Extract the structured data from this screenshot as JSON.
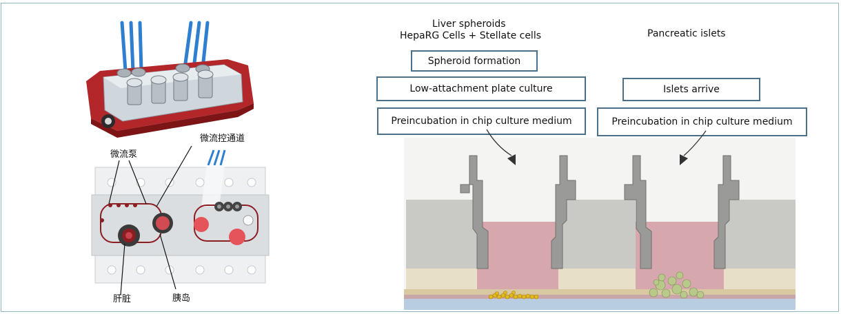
{
  "left_labels": {
    "pump": "微流泵",
    "channel": "微流控通道",
    "liver": "肝脏",
    "islet": "胰岛"
  },
  "liver": {
    "title_line1": "Liver spheroids",
    "title_line2": "HepaRG Cells + Stellate cells",
    "step1": "Spheroid formation",
    "step2": "Low-attachment plate culture",
    "step3": "Preincubation in chip culture medium"
  },
  "islets": {
    "title": "Pancreatic islets",
    "step1": "Islets arrive",
    "step2": "Preincubation in chip culture medium"
  },
  "colors": {
    "frame": "#8eb4c6",
    "box_border": "#4a6f88",
    "medium": "#d7a7ae",
    "wall": "#9a9a98",
    "insert": "#c9c9c6",
    "chip_red": "#b3262a"
  }
}
